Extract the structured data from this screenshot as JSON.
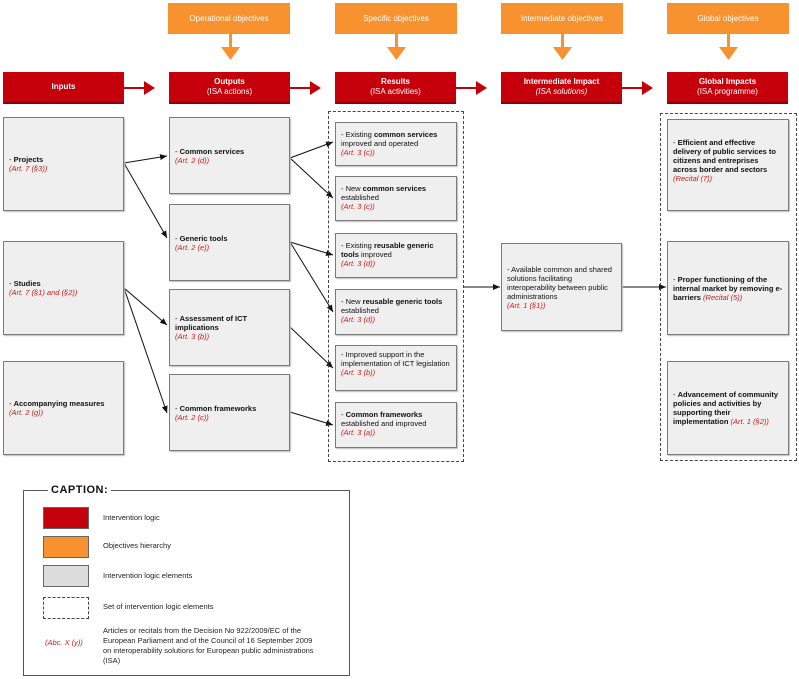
{
  "header": {
    "objectives": [
      "Operational objectives",
      "Specific objectives",
      "Intermediate objectives",
      "Global objectives"
    ],
    "logic": [
      {
        "title": "Inputs",
        "sub": ""
      },
      {
        "title": "Outputs",
        "sub": "(ISA actions)"
      },
      {
        "title": "Results",
        "sub": "(ISA activities)"
      },
      {
        "title": "Intermediate Impact",
        "sub": "(ISA solutions)"
      },
      {
        "title": "Global Impacts",
        "sub": "(ISA programme)"
      }
    ]
  },
  "inputs": [
    {
      "prefix": "- ",
      "bold": "Projects",
      "rest": "",
      "ref": "(Art. 7 (§3))"
    },
    {
      "prefix": "- ",
      "bold": "Studies",
      "rest": "",
      "ref": "(Art. 7 (§1) and (§2))"
    },
    {
      "prefix": "- ",
      "bold": "Accompanying measures",
      "rest": "",
      "ref": "(Art. 2 (g))"
    }
  ],
  "outputs": [
    {
      "prefix": "- ",
      "bold": "Common services",
      "rest": "",
      "ref": "(Art. 2 (d))"
    },
    {
      "prefix": "- ",
      "bold": "Generic tools",
      "rest": "",
      "ref": "(Art. 2 (e))"
    },
    {
      "prefix": "- ",
      "bold": "Assessment of ICT implications",
      "rest": "",
      "ref": "(Art. 3 (b))"
    },
    {
      "prefix": "- ",
      "bold": "Common frameworks",
      "rest": "",
      "ref": "(Art. 2 (c))"
    }
  ],
  "results": [
    {
      "prefix": "- Existing ",
      "bold": "common services",
      "rest": " improved and operated",
      "ref": "(Art. 3 (c))"
    },
    {
      "prefix": "- New ",
      "bold": "common services",
      "rest": " established",
      "ref": "(Art. 3 (c))"
    },
    {
      "prefix": "- Existing ",
      "bold": "reusable generic tools",
      "rest": " improved",
      "ref": "(Art. 3 (d))"
    },
    {
      "prefix": "- New ",
      "bold": "reusable generic tools",
      "rest": " established",
      "ref": "(Art. 3 (d))"
    },
    {
      "prefix": "- Improved support in the implementation of ICT legislation",
      "bold": "",
      "rest": "",
      "ref": "(Art. 3 (b))"
    },
    {
      "prefix": "- ",
      "bold": "Common frameworks",
      "rest": " established and improved",
      "ref": "(Art. 3 (a))"
    }
  ],
  "intermediate": {
    "prefix": "- Available common and shared solutions facilitating interoperability between public administrations",
    "bold": "",
    "rest": "",
    "ref": "(Art. 1 (§1))"
  },
  "global": [
    {
      "prefix": "- ",
      "bold": "Efficient and effective delivery of public services to citizens and entreprises across border and sectors",
      "rest": "",
      "ref": "(Recital (7))"
    },
    {
      "prefix": "- ",
      "bold": "Proper functioning of the internal market by removing e-barriers",
      "rest": " ",
      "ref": "(Recital (5))"
    },
    {
      "prefix": "- ",
      "bold": "Advancement of community policies and activities by supporting their implementation",
      "rest": " ",
      "ref": "(Art. 1 (§2))"
    }
  ],
  "caption": {
    "title": "CAPTION:",
    "items": [
      "Intervention logic",
      "Objectives hierarchy",
      "Intervention logic elements",
      "Set of intervention logic elements",
      "Articles or recitals from the Decision No 922/2009/EC of the European Parliament and of the Council of 16 September 2009 on interoperability solutions for European public administrations (ISA)"
    ],
    "ref_sample": "(Abc. X (y))"
  },
  "colors": {
    "red": "#c5000b",
    "orange": "#f7922e",
    "grey": "#efefef"
  }
}
